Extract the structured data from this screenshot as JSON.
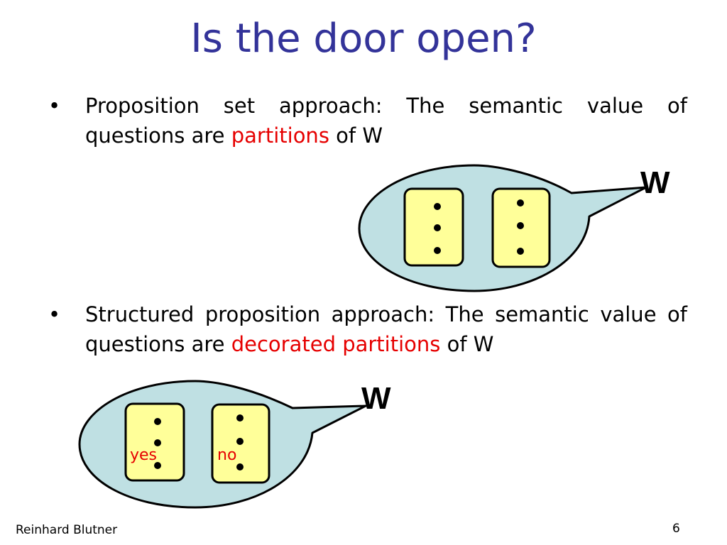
{
  "slide": {
    "title": "Is the door open?",
    "bullets": [
      {
        "marker": "•",
        "line1": "Proposition set approach: The semantic value of",
        "line2_pre": "questions are ",
        "line2_highlight": "partitions",
        "line2_post": " of W"
      },
      {
        "marker": "•",
        "line1": "Structured proposition approach: The semantic value of",
        "line2_pre": "questions are ",
        "line2_highlight": "decorated partitions",
        "line2_post": " of W"
      }
    ],
    "diagram1": {
      "w_label": "W"
    },
    "diagram2": {
      "w_label": "W",
      "cell_labels": [
        "yes",
        "no"
      ]
    },
    "footer": {
      "author": "Reinhard Blutner",
      "page_number": "6"
    }
  },
  "colors": {
    "title": "#333399",
    "highlight": "#e60000",
    "bubble_fill": "#bfe0e3",
    "cell_fill": "#ffff99"
  }
}
